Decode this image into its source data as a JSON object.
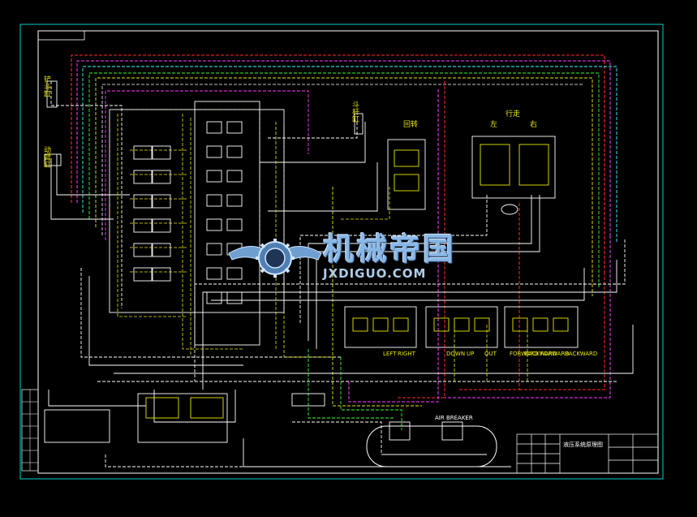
{
  "labels": {
    "bucket_cyl": "铲斗缸",
    "boom_cyl": "动臂缸",
    "bucket_rod_cyl": "斗杆缸",
    "swing": "回转",
    "travel": "行走",
    "left": "左",
    "right": "右",
    "left_travel": "LEFT",
    "right_travel": "RIGHT",
    "down": "DOWN",
    "up": "UP",
    "out": "OUT",
    "forward": "FORWARD",
    "backward": "BACKWARD",
    "air_breaker": "AIR BREAKER",
    "sheet_title": "液压系统原理图"
  },
  "watermark": {
    "cn": "机械帝国",
    "en": "JXDIGUO.COM"
  },
  "colors": {
    "background": "#000000",
    "frame": "#00cccc",
    "white_line": "#ffffff",
    "yellow": "#e8e800",
    "red": "#ff2a2a",
    "magenta": "#ff3cff",
    "green": "#33ff33",
    "cyan": "#33ffff",
    "watermark": "#8ab8e6"
  }
}
